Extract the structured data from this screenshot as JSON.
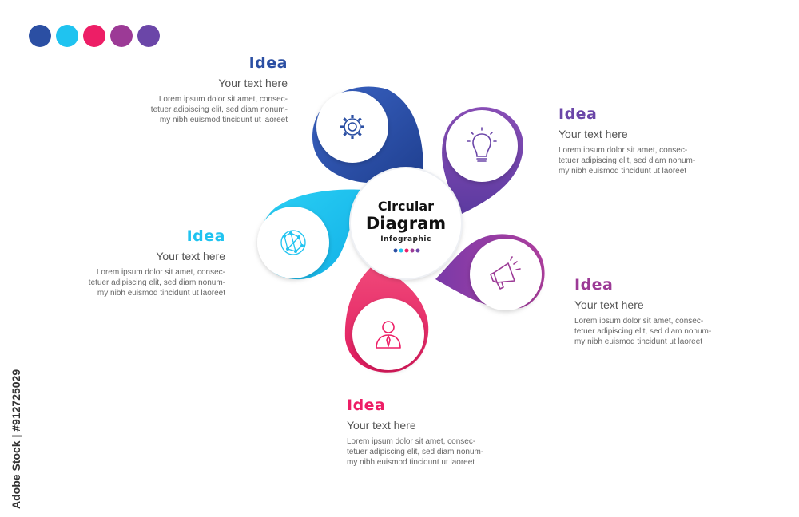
{
  "palette": {
    "swatches": [
      "#2b4fa3",
      "#1fc3f0",
      "#ed1e66",
      "#9c3a96",
      "#6b46a8"
    ],
    "dark_blue": "#2b4fa3",
    "cyan": "#1fc3f0",
    "pink": "#ed1e66",
    "magenta": "#9c3a96",
    "purple": "#6b46a8"
  },
  "center": {
    "line1": "Circular",
    "line2": "Diagram",
    "line3": "Infographic"
  },
  "items": [
    {
      "title": "Idea",
      "subtitle": "Your text here",
      "body": "Lorem ipsum dolor sit amet, consec-\ntetuer adipiscing elit, sed diam nonum-\nmy nibh euismod tincidunt ut laoreet",
      "icon": "gear-icon",
      "color": "#2b4fa3"
    },
    {
      "title": "Idea",
      "subtitle": "Your text here",
      "body": "Lorem ipsum dolor sit amet, consec-\ntetuer adipiscing elit, sed diam nonum-\nmy nibh euismod tincidunt ut laoreet",
      "icon": "lightbulb-icon",
      "color": "#6b46a8"
    },
    {
      "title": "Idea",
      "subtitle": "Your text here",
      "body": "Lorem ipsum dolor sit amet, consec-\ntetuer adipiscing elit, sed diam nonum-\nmy nibh euismod tincidunt ut laoreet",
      "icon": "megaphone-icon",
      "color": "#9c3a96"
    },
    {
      "title": "Idea",
      "subtitle": "Your text here",
      "body": "Lorem ipsum dolor sit amet, consec-\ntetuer adipiscing elit, sed diam nonum-\nmy nibh euismod tincidunt ut laoreet",
      "icon": "person-icon",
      "color": "#ed1e66"
    },
    {
      "title": "Idea",
      "subtitle": "Your text here",
      "body": "Lorem ipsum dolor sit amet, consec-\ntetuer adipiscing elit, sed diam nonum-\nmy nibh euismod tincidunt ut laoreet",
      "icon": "globe-network-icon",
      "color": "#1fc3f0"
    }
  ],
  "watermark": {
    "side_text": "Adobe Stock | #912725029"
  }
}
